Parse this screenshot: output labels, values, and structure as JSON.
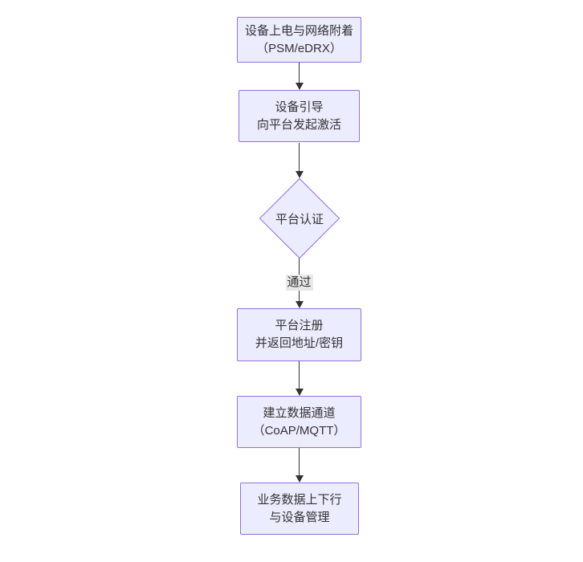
{
  "diagram": {
    "type": "flowchart-top-down",
    "colors": {
      "background": "#ffffff",
      "node_fill": "#ECECFF",
      "node_border": "#9370DB",
      "text": "#333333",
      "edge": "#333333",
      "edge_label_bg": "#e8e8e8"
    },
    "nodes": [
      {
        "id": "A",
        "shape": "rect",
        "line1": "设备上电与网络附着",
        "line2": "（PSM/eDRX）"
      },
      {
        "id": "B",
        "shape": "rect",
        "line1": "设备引导",
        "line2": "向平台发起激活"
      },
      {
        "id": "C",
        "shape": "diamond",
        "line1": "平台认证",
        "line2": ""
      },
      {
        "id": "D",
        "shape": "rect",
        "line1": "平台注册",
        "line2": "并返回地址/密钥"
      },
      {
        "id": "E",
        "shape": "rect",
        "line1": "建立数据通道",
        "line2": "（CoAP/MQTT）"
      },
      {
        "id": "F",
        "shape": "rect",
        "line1": "业务数据上下行",
        "line2": "与设备管理"
      }
    ],
    "edges": [
      {
        "from": "A",
        "to": "B",
        "label": ""
      },
      {
        "from": "B",
        "to": "C",
        "label": ""
      },
      {
        "from": "C",
        "to": "D",
        "label": "通过"
      },
      {
        "from": "D",
        "to": "E",
        "label": ""
      },
      {
        "from": "E",
        "to": "F",
        "label": ""
      }
    ]
  }
}
